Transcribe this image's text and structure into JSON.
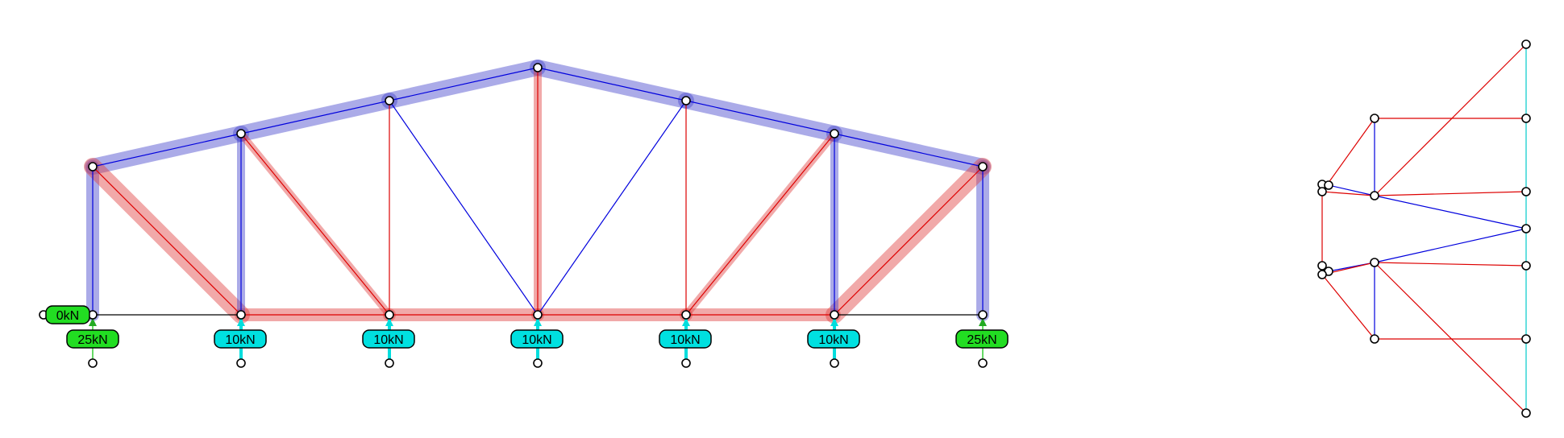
{
  "loads": {
    "reaction_horizontal": "0kN",
    "reaction_left": "25kN",
    "reaction_right": "25kN",
    "point_loads": [
      "10kN",
      "10kN",
      "10kN",
      "10kN",
      "10kN"
    ]
  },
  "colors": {
    "compression": "#0000dd",
    "tension": "#dd0000",
    "compression_halo": "#4444cc",
    "tension_halo": "#e04040",
    "reaction_badge": "#22dd22",
    "load_badge": "#00e0e0",
    "zero_member": "#000000",
    "load_line": "#00dddd"
  }
}
